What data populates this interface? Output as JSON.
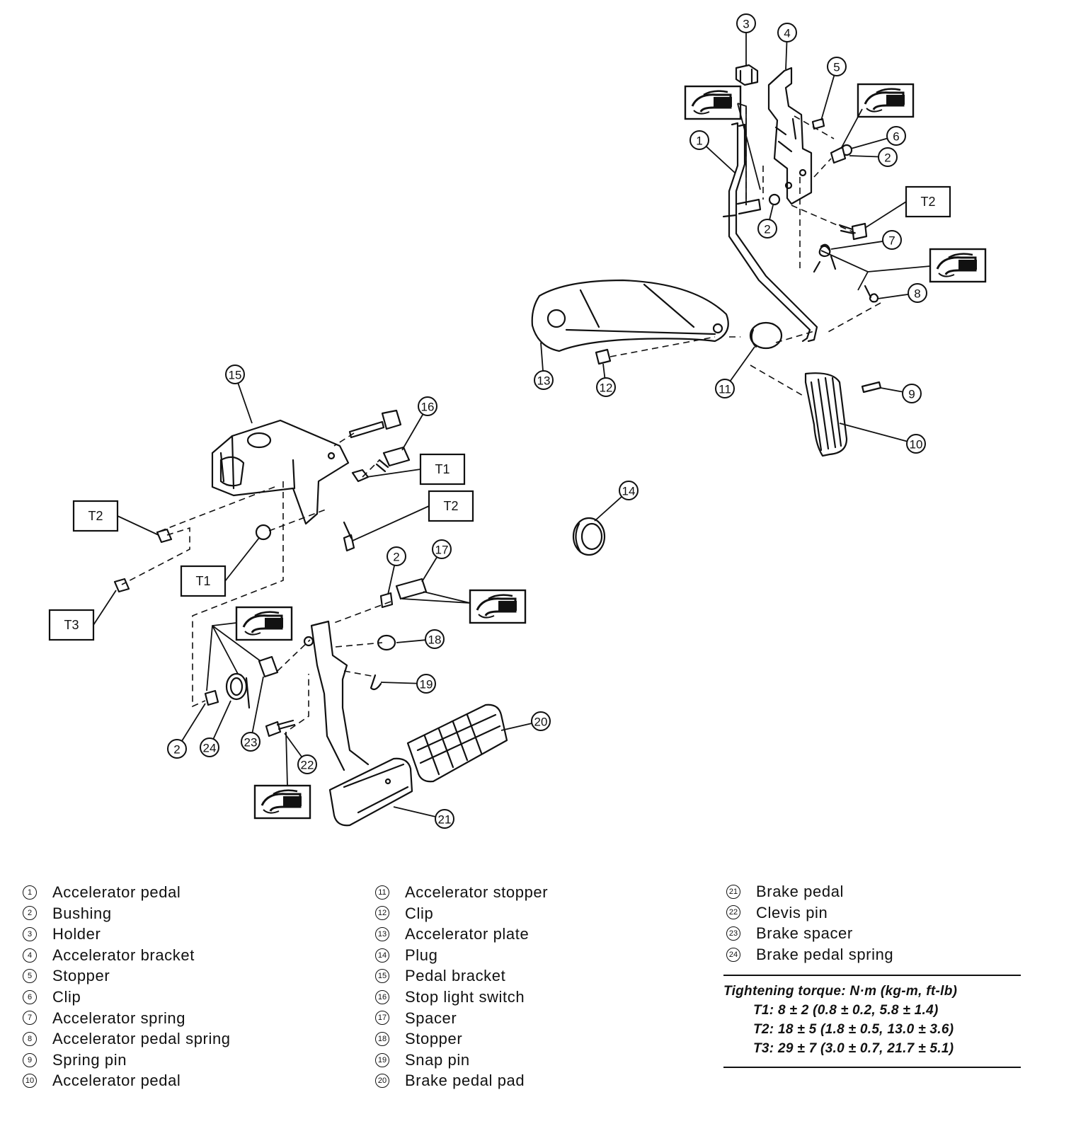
{
  "callouts": [
    "1",
    "2",
    "3",
    "4",
    "5",
    "6",
    "7",
    "8",
    "9",
    "10",
    "11",
    "12",
    "13",
    "14",
    "15",
    "16",
    "17",
    "18",
    "19",
    "20",
    "21",
    "22",
    "23",
    "24"
  ],
  "torque_boxes": {
    "t1": "T1",
    "t2": "T2",
    "t3": "T3"
  },
  "legend": {
    "col1": [
      {
        "num": "1",
        "label": "Accelerator pedal"
      },
      {
        "num": "2",
        "label": "Bushing"
      },
      {
        "num": "3",
        "label": "Holder"
      },
      {
        "num": "4",
        "label": "Accelerator bracket"
      },
      {
        "num": "5",
        "label": "Stopper"
      },
      {
        "num": "6",
        "label": "Clip"
      },
      {
        "num": "7",
        "label": "Accelerator spring"
      },
      {
        "num": "8",
        "label": "Accelerator pedal spring"
      },
      {
        "num": "9",
        "label": "Spring pin"
      },
      {
        "num": "10",
        "label": "Accelerator pedal"
      }
    ],
    "col2": [
      {
        "num": "11",
        "label": "Accelerator stopper"
      },
      {
        "num": "12",
        "label": "Clip"
      },
      {
        "num": "13",
        "label": "Accelerator plate"
      },
      {
        "num": "14",
        "label": "Plug"
      },
      {
        "num": "15",
        "label": "Pedal bracket"
      },
      {
        "num": "16",
        "label": "Stop light switch"
      },
      {
        "num": "17",
        "label": "Spacer"
      },
      {
        "num": "18",
        "label": "Stopper"
      },
      {
        "num": "19",
        "label": "Snap pin"
      },
      {
        "num": "20",
        "label": "Brake pedal pad"
      }
    ],
    "col3": [
      {
        "num": "21",
        "label": "Brake pedal"
      },
      {
        "num": "22",
        "label": "Clevis pin"
      },
      {
        "num": "23",
        "label": "Brake spacer"
      },
      {
        "num": "24",
        "label": "Brake pedal spring"
      }
    ]
  },
  "torque": {
    "title": "Tightening torque: N·m (kg-m, ft-lb)",
    "rows": [
      "T1:  8 ± 2 (0.8 ± 0.2, 5.8 ± 1.4)",
      "T2:  18 ± 5 (1.8 ± 0.5, 13.0 ± 3.6)",
      "T3:  29 ± 7 (3.0 ± 0.7, 21.7 ± 5.1)"
    ]
  },
  "icons": {
    "grease": "grease-gun-icon"
  }
}
